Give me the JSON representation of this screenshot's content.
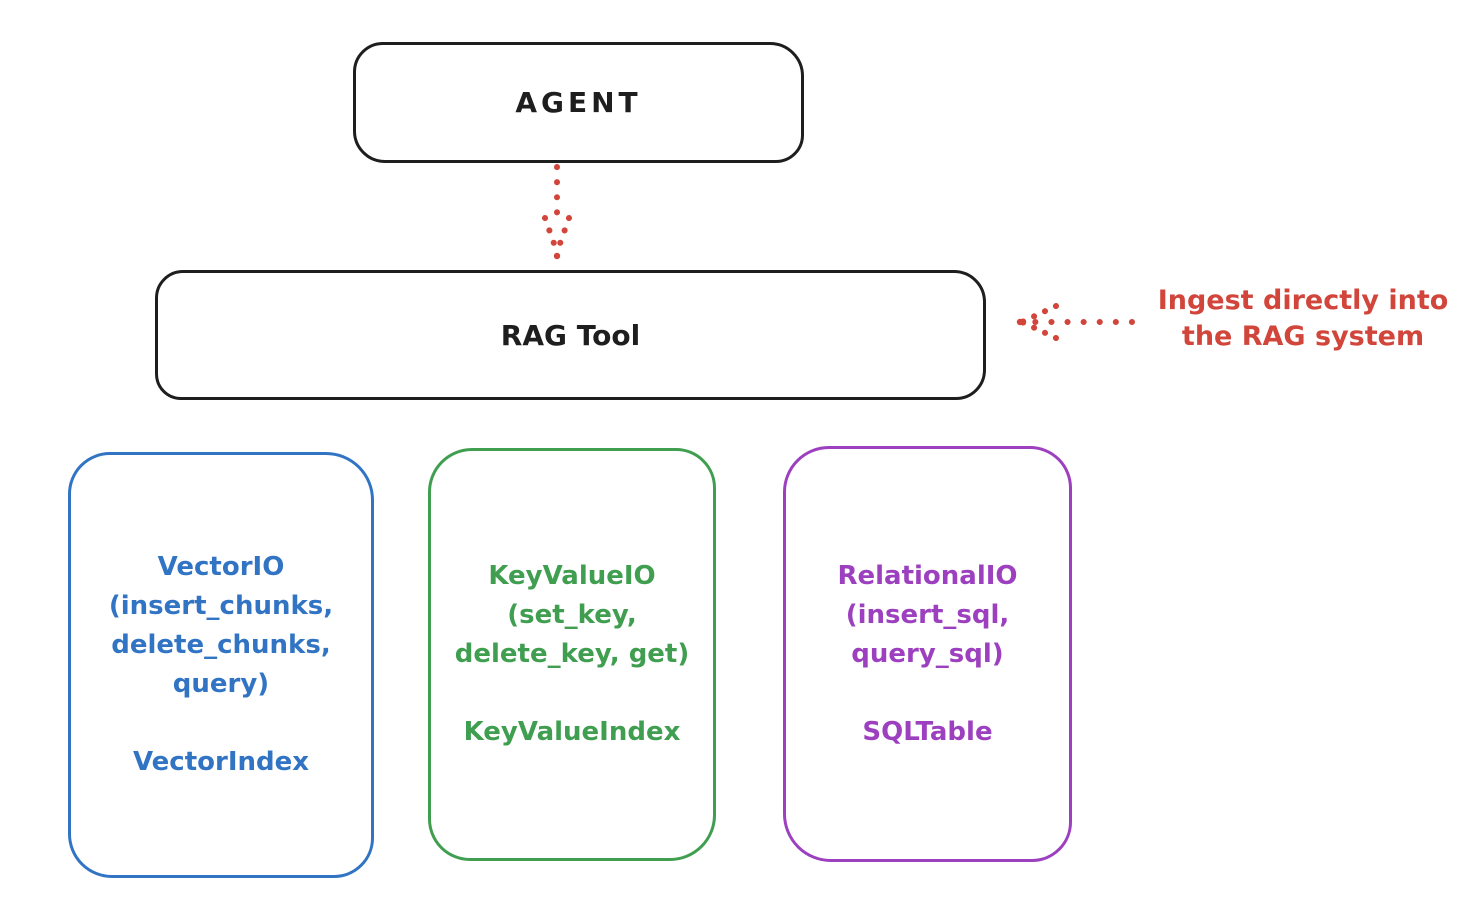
{
  "nodes": {
    "agent": "AGENT",
    "rag_tool": "RAG Tool"
  },
  "annotation": {
    "line1": "Ingest directly into",
    "line2": "the RAG system"
  },
  "backends": [
    {
      "title": "VectorIO",
      "methods": [
        "(insert_chunks,",
        "delete_chunks,",
        "query)"
      ],
      "index": "VectorIndex",
      "color": "#3174c3"
    },
    {
      "title": "KeyValueIO",
      "methods": [
        "(set_key,",
        "delete_key, get)"
      ],
      "index": "KeyValueIndex",
      "color": "#3f9e4f"
    },
    {
      "title": "RelationalIO",
      "methods": [
        "(insert_sql,",
        "query_sql)"
      ],
      "index": "SQLTable",
      "color": "#9c40bf"
    }
  ],
  "colors": {
    "stroke": "#1e1e1e",
    "red": "#d2453b",
    "blue": "#3174c3",
    "green": "#3f9e4f",
    "violet": "#9c40bf",
    "background": "#ffffff"
  }
}
